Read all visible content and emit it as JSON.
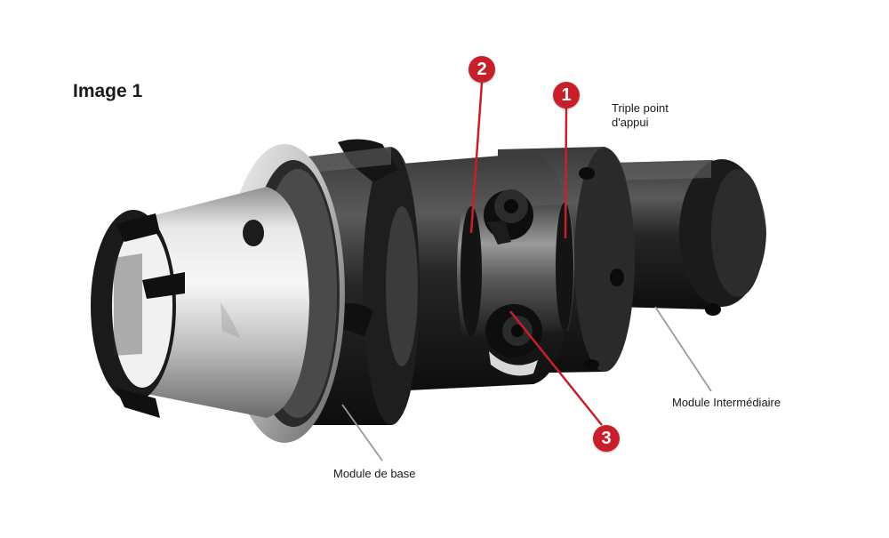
{
  "figure": {
    "title": "Image 1",
    "labels": {
      "triple_point": [
        "Triple point",
        "d'appui"
      ],
      "module_intermediaire": "Module Intermédiaire",
      "module_base": "Module de base"
    },
    "callouts": [
      "1",
      "2",
      "3"
    ],
    "colors": {
      "callout": "#c8202b",
      "leader_line": "#9a9a9a",
      "body_dark": "#202020",
      "body_silver": "#c9c9c9"
    }
  }
}
